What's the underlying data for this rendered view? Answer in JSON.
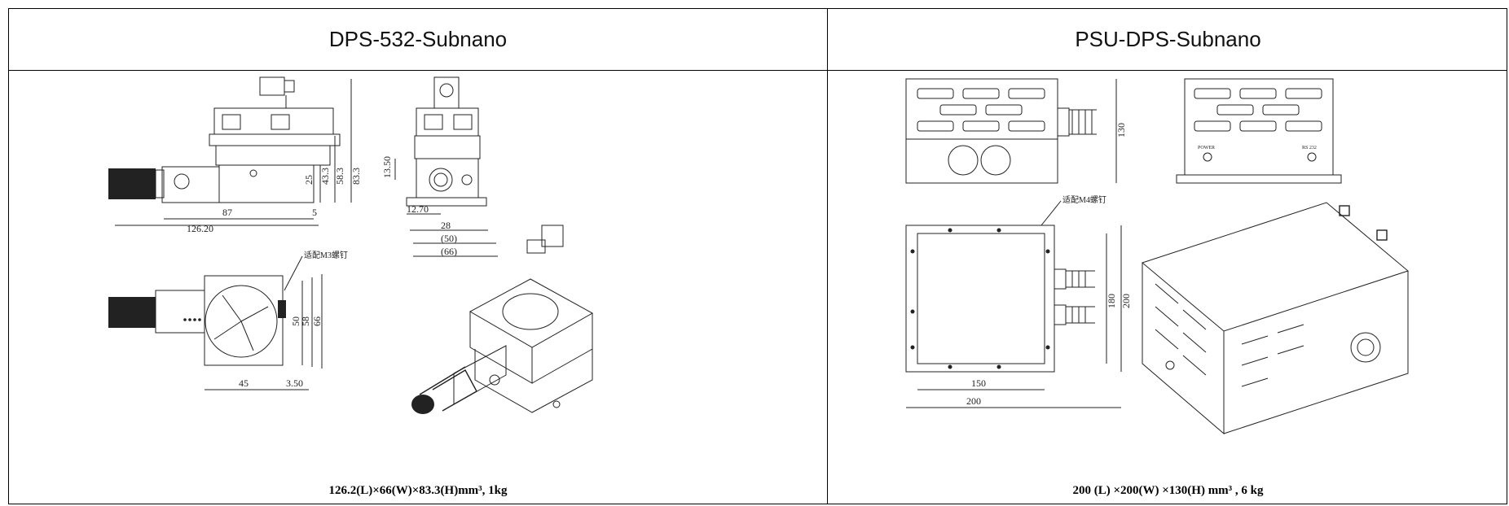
{
  "columns": [
    {
      "title": "DPS-532-Subnano",
      "caption": "126.2(L)×66(W)×83.3(H)mm³, 1kg",
      "dims": {
        "d87": "87",
        "d5": "5",
        "d12620": "126.20",
        "d25": "25",
        "d433": "43.3",
        "d583": "58.3",
        "d833": "83.3",
        "d1350": "13.50",
        "d1270": "12.70",
        "d28": "28",
        "d50p": "(50)",
        "d66p": "(66)",
        "d50": "50",
        "d58": "58",
        "d66": "66",
        "d45": "45",
        "d350": "3.50",
        "note": "适配M3螺钉"
      }
    },
    {
      "title": "PSU-DPS-Subnano",
      "caption": "200 (L) ×200(W) ×130(H) mm³ , 6 kg",
      "dims": {
        "d130": "130",
        "power": "POWER",
        "rs232": "RS 232",
        "note": "适配M4螺钉",
        "d180": "180",
        "d200v": "200",
        "d150": "150",
        "d200h": "200"
      }
    }
  ]
}
